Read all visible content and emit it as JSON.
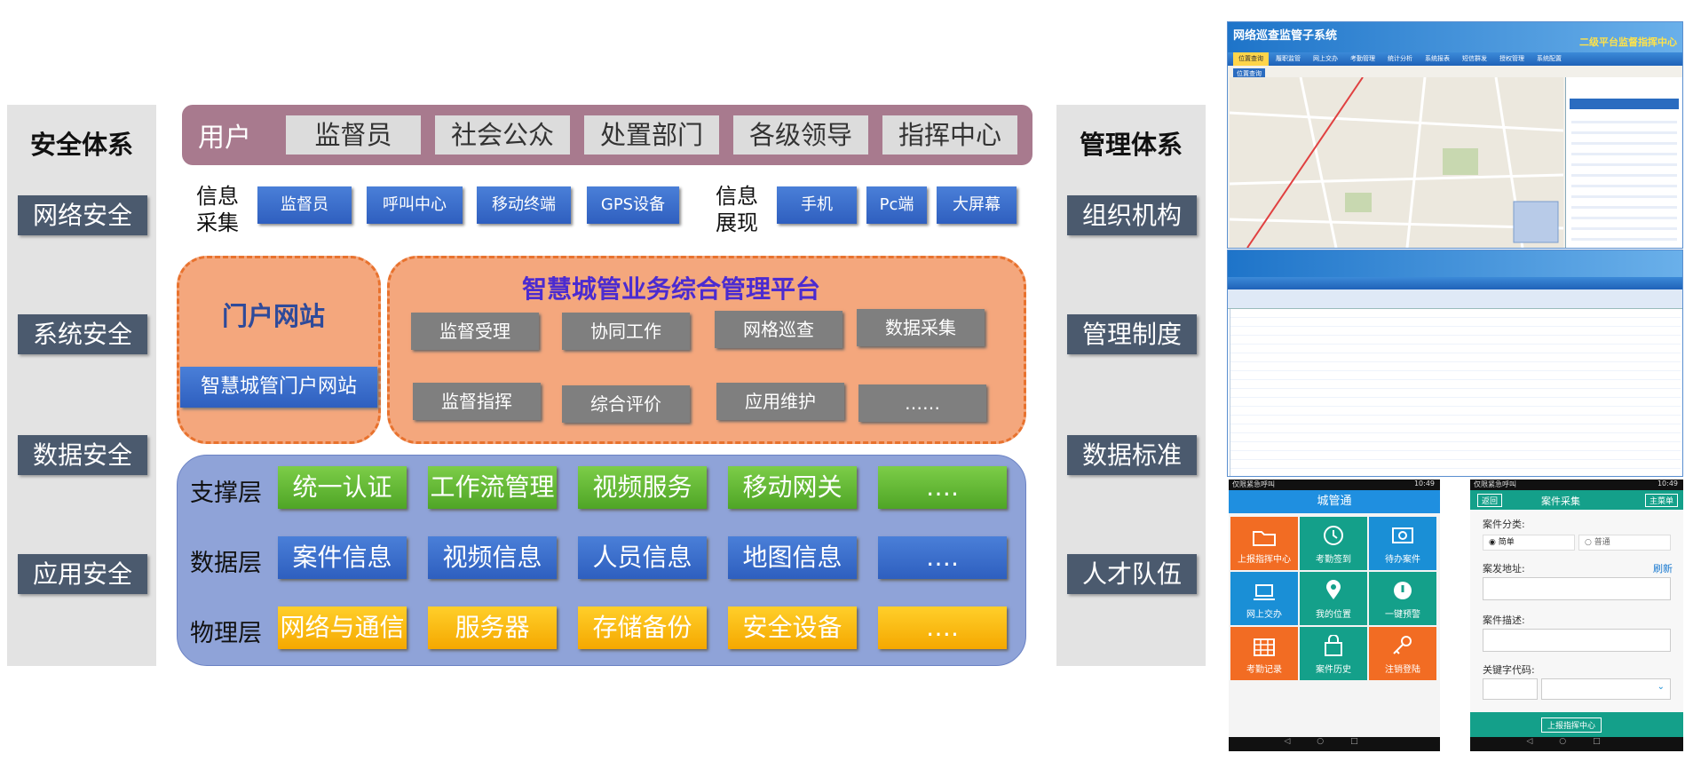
{
  "security": {
    "title": "安全体系",
    "items": [
      "网络安全",
      "系统安全",
      "数据安全",
      "应用安全"
    ]
  },
  "management": {
    "title": "管理体系",
    "items": [
      "组织机构",
      "管理制度",
      "数据标准",
      "人才队伍"
    ]
  },
  "users": {
    "label": "用户",
    "items": [
      "监督员",
      "社会公众",
      "处置部门",
      "各级领导",
      "指挥中心"
    ]
  },
  "info_collect": {
    "label": "信息\n采集",
    "items": [
      "监督员",
      "呼叫中心",
      "移动终端",
      "GPS设备"
    ]
  },
  "info_display": {
    "label": "信息\n展现",
    "items": [
      "手机",
      "Pc端",
      "大屏幕"
    ]
  },
  "portal": {
    "title": "门户网站",
    "item": "智慧城管门户网站"
  },
  "platform": {
    "title": "智慧城管业务综合管理平台",
    "items": [
      "监督受理",
      "协同工作",
      "网格巡查",
      "数据采集",
      "监督指挥",
      "综合评价",
      "应用维护",
      "……"
    ]
  },
  "layers": [
    {
      "label": "支撑层",
      "items": [
        "统一认证",
        "工作流管理",
        "视频服务",
        "移动网关",
        "…."
      ]
    },
    {
      "label": "数据层",
      "items": [
        "案件信息",
        "视频信息",
        "人员信息",
        "地图信息",
        "…."
      ]
    },
    {
      "label": "物理层",
      "items": [
        "网络与通信",
        "服务器",
        "存储备份",
        "安全设备",
        "…."
      ]
    }
  ],
  "screenshots": {
    "web": {
      "title": "网络巡查监管子系统",
      "subtitle": "二级平台监督指挥中心",
      "tabs": [
        "位置查询",
        "履职监管",
        "网上交办",
        "考勤管理",
        "统计分析",
        "系统报表",
        "短信群发",
        "授权管理",
        "系统配置"
      ],
      "panel": "位置查询"
    },
    "mobile1": {
      "status": "仅限紧急呼叫",
      "time": "10:49",
      "title": "城管通",
      "tiles": [
        "上报指挥中心",
        "考勤签到",
        "待办案件",
        "网上交办",
        "我的位置",
        "一键预警",
        "考勤记录",
        "案件历史",
        "注销登陆"
      ]
    },
    "mobile2": {
      "status": "仅限紧急呼叫",
      "time": "10:49",
      "back": "返回",
      "title": "案件采集",
      "menu": "主菜单",
      "category_label": "案件分类:",
      "opt1": "简单",
      "opt2": "普通",
      "address_label": "案发地址:",
      "refresh": "刷新",
      "desc_label": "案件描述:",
      "keyword_label": "关键字代码:",
      "submit": "上报指挥中心"
    }
  },
  "colors": {
    "orange_tile": "#f26c23",
    "teal_tile": "#14a08a",
    "blue_tile": "#1a8fd6"
  }
}
